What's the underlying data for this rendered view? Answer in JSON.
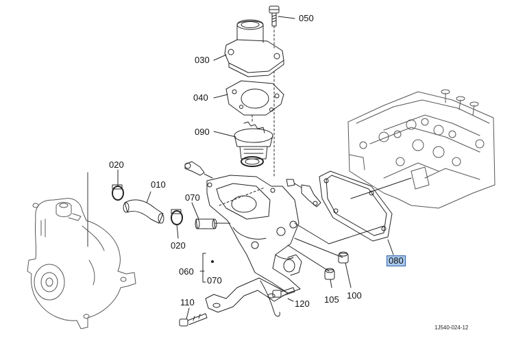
{
  "diagram": {
    "callouts": {
      "p050": "050",
      "p030": "030",
      "p040": "040",
      "p090": "090",
      "p020a": "020",
      "p010": "010",
      "p070a": "070",
      "p020b": "020",
      "p060": "060",
      "p070b": "070",
      "p110": "110",
      "p120": "120",
      "p105": "105",
      "p100": "100",
      "p080": "080"
    },
    "selected_part": "080",
    "reference_code": "1J540-024-12",
    "colors": {
      "line": "#222222",
      "highlight_fill": "#a9c8ec",
      "highlight_border": "#2d5fa8"
    }
  }
}
